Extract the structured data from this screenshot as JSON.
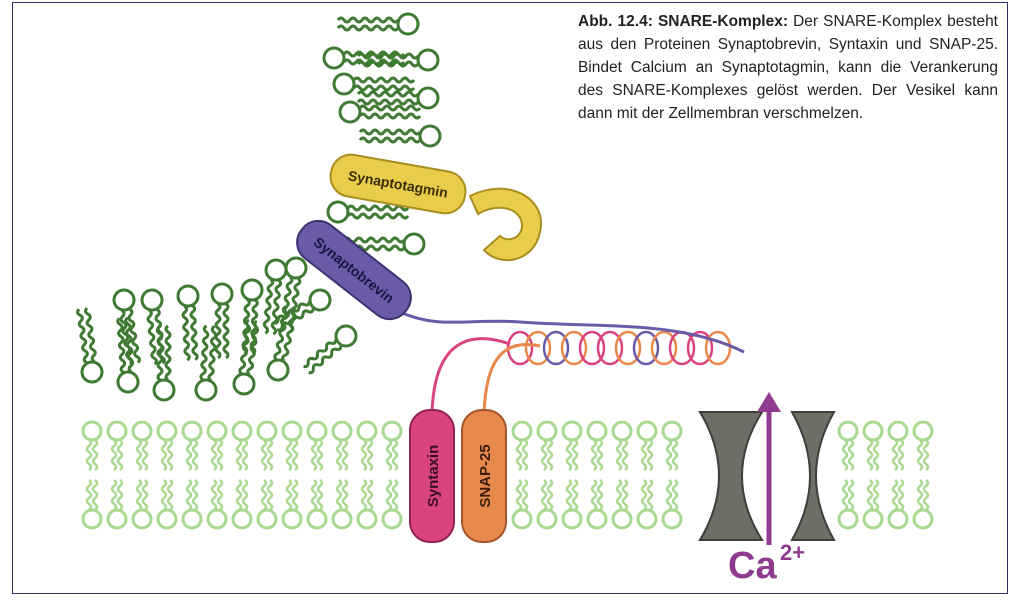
{
  "caption": {
    "bold": "Abb. 12.4: SNARE-Komplex:",
    "text": "Der SNARE-Komplex besteht aus den Proteinen Synaptobrevin, Syntaxin und SNAP-25. Bindet Calcium an Synaptotagmin, kann die Verankerung des SNARE-Komplexes gelöst werden. Der Vesikel kann dann mit der Zellmembran verschmelzen."
  },
  "labels": {
    "synaptotagmin": "Synaptotagmin",
    "synaptobrevin": "Synaptobrevin",
    "syntaxin": "Syntaxin",
    "snap25": "SNAP-25",
    "calcium": "Ca",
    "calcium_charge": "2+"
  },
  "colors": {
    "vesicle_lipid": "#3f7a32",
    "cell_membrane_lipid": "#a9d88f",
    "synaptotagmin": "#e8cc4a",
    "synaptobrevin": "#6a5aa8",
    "syntaxin": "#d9437f",
    "snap25": "#e8884a",
    "channel": "#6d6e66",
    "calcium": "#8e3a8e",
    "frame": "#2b2f6b"
  }
}
